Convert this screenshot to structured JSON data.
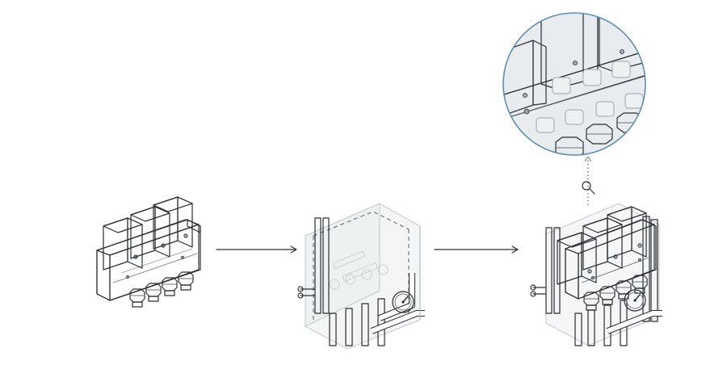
{
  "colors": {
    "background": "#ffffff",
    "outline": "#2b2f33",
    "enclosure_face": "#cdd2d5",
    "enclosure_top": "#e4e7e9",
    "enclosure_side": "#b4babe",
    "actuator_front": "#454b50",
    "actuator_side": "#2f3438",
    "actuator_top": "#6a7177",
    "pipe_fill": "#ffffff",
    "pipe_ghost": "#c9d0d5",
    "magnifier_ring": "#5e8fb3",
    "magnifier_fill": "#e9ecee"
  },
  "icons": {
    "step_arrow": "arrow-right-icon",
    "zoom": "magnifier-icon",
    "gauge": "pressure-gauge-icon"
  },
  "steps": [
    {
      "id": "manifold-unit",
      "actuators": 3,
      "fittings": 4
    },
    {
      "id": "wall-piping-ghost",
      "pipes": 6,
      "gauge": true
    },
    {
      "id": "installed-assembly",
      "actuators": 3,
      "pipes": 6,
      "gauge": true,
      "detail_zoom": true
    }
  ]
}
